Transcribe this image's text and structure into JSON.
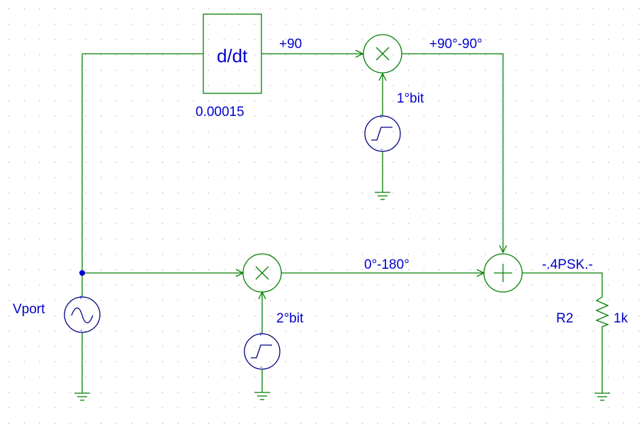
{
  "diagram": {
    "title": "",
    "colors": {
      "wire": "#008000",
      "device": "#000080",
      "label": "#0000cc",
      "junction": "#0000cc",
      "grid": "#8a8a8a",
      "background": "#ffffff"
    },
    "differentiator": {
      "symbol": "d/dt",
      "gain": "0.00015"
    },
    "labels": {
      "plus90": "+90",
      "plus90minus90": "+90°-90°",
      "bit1": "1°bit",
      "zero180": "0°-180°",
      "bit2": "2°bit",
      "output": "-.4PSK.-",
      "vport": "Vport",
      "resistor_name": "R2",
      "resistor_value": "1k"
    },
    "icons": {
      "multiplier": "multiply-icon",
      "summer": "plus-icon",
      "square_source": "pulse-source-icon",
      "sine_source": "sine-source-icon",
      "ground": "ground-icon",
      "resistor": "resistor-icon"
    }
  }
}
